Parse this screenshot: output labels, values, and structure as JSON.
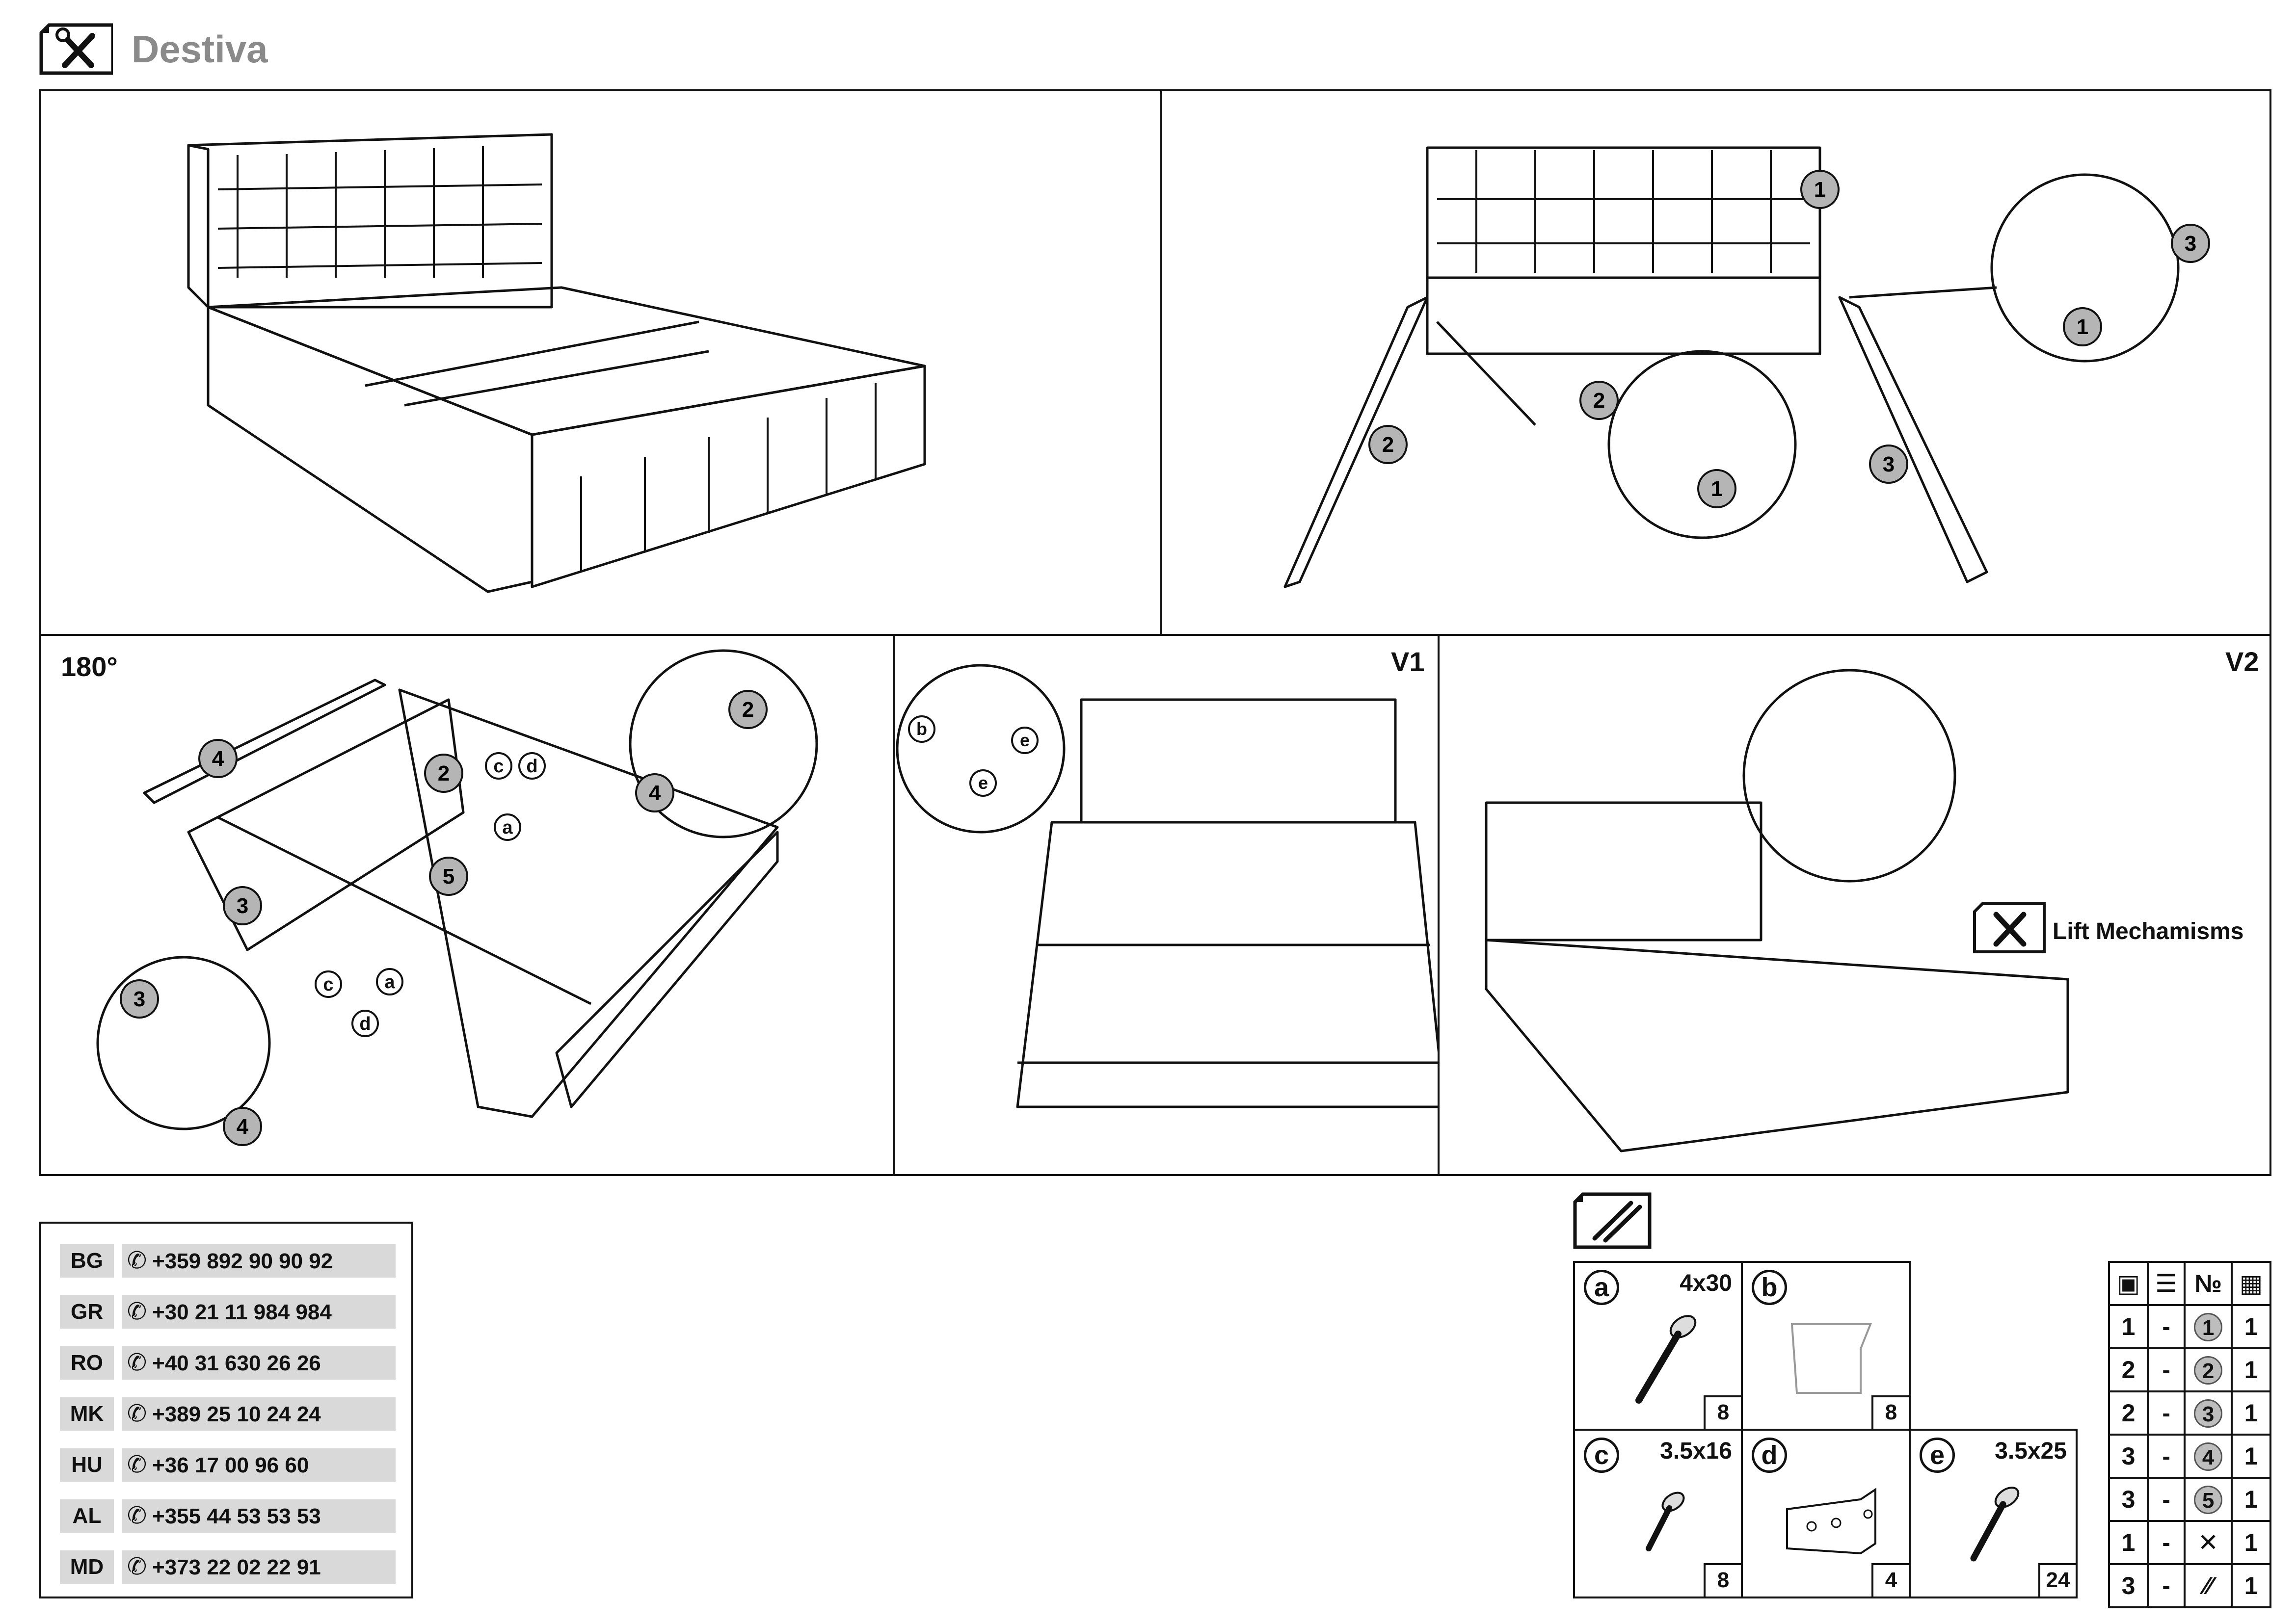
{
  "header": {
    "brand": "Destiva",
    "tools_icon": "screwdriver-wrench-icon"
  },
  "panels": {
    "rotate_label": "180°",
    "v1_label": "V1",
    "v2_label": "V2",
    "lift_label": "Lift Mechamisms"
  },
  "callouts": {
    "c1": "1",
    "c2": "2",
    "c3": "3",
    "c4": "4",
    "c5": "5",
    "a": "a",
    "b": "b",
    "c": "c",
    "d": "d",
    "e": "e"
  },
  "phones": [
    {
      "code": "BG",
      "number": "+359 892 90 90 92"
    },
    {
      "code": "GR",
      "number": "+30 21 11 984 984"
    },
    {
      "code": "RO",
      "number": "+40 31 630 26 26"
    },
    {
      "code": "MK",
      "number": "+389 25 10 24 24"
    },
    {
      "code": "HU",
      "number": "+36 17 00 96 60"
    },
    {
      "code": "AL",
      "number": "+355 44 53 53 53"
    },
    {
      "code": "MD",
      "number": "+373 22 02 22 91"
    }
  ],
  "hardware": [
    {
      "letter": "a",
      "size": "4x30",
      "qty": "8"
    },
    {
      "letter": "b",
      "size": "",
      "qty": "8"
    },
    {
      "letter": "c",
      "size": "3.5x16",
      "qty": "8"
    },
    {
      "letter": "d",
      "size": "",
      "qty": "4"
    },
    {
      "letter": "e",
      "size": "3.5x25",
      "qty": "24"
    }
  ],
  "package": {
    "header_icons": [
      "box-icon",
      "layers-icon",
      "number-sign",
      "quantity-icon"
    ],
    "number_header": "№",
    "rows": [
      {
        "box": "1",
        "layer": "-",
        "part": "1",
        "qty": "1"
      },
      {
        "box": "2",
        "layer": "-",
        "part": "2",
        "qty": "1"
      },
      {
        "box": "2",
        "layer": "-",
        "part": "3",
        "qty": "1"
      },
      {
        "box": "3",
        "layer": "-",
        "part": "4",
        "qty": "1"
      },
      {
        "box": "3",
        "layer": "-",
        "part": "5",
        "qty": "1"
      },
      {
        "box": "1",
        "layer": "-",
        "part": "tools-icon",
        "qty": "1"
      },
      {
        "box": "3",
        "layer": "-",
        "part": "hardware-icon",
        "qty": "1"
      }
    ]
  }
}
